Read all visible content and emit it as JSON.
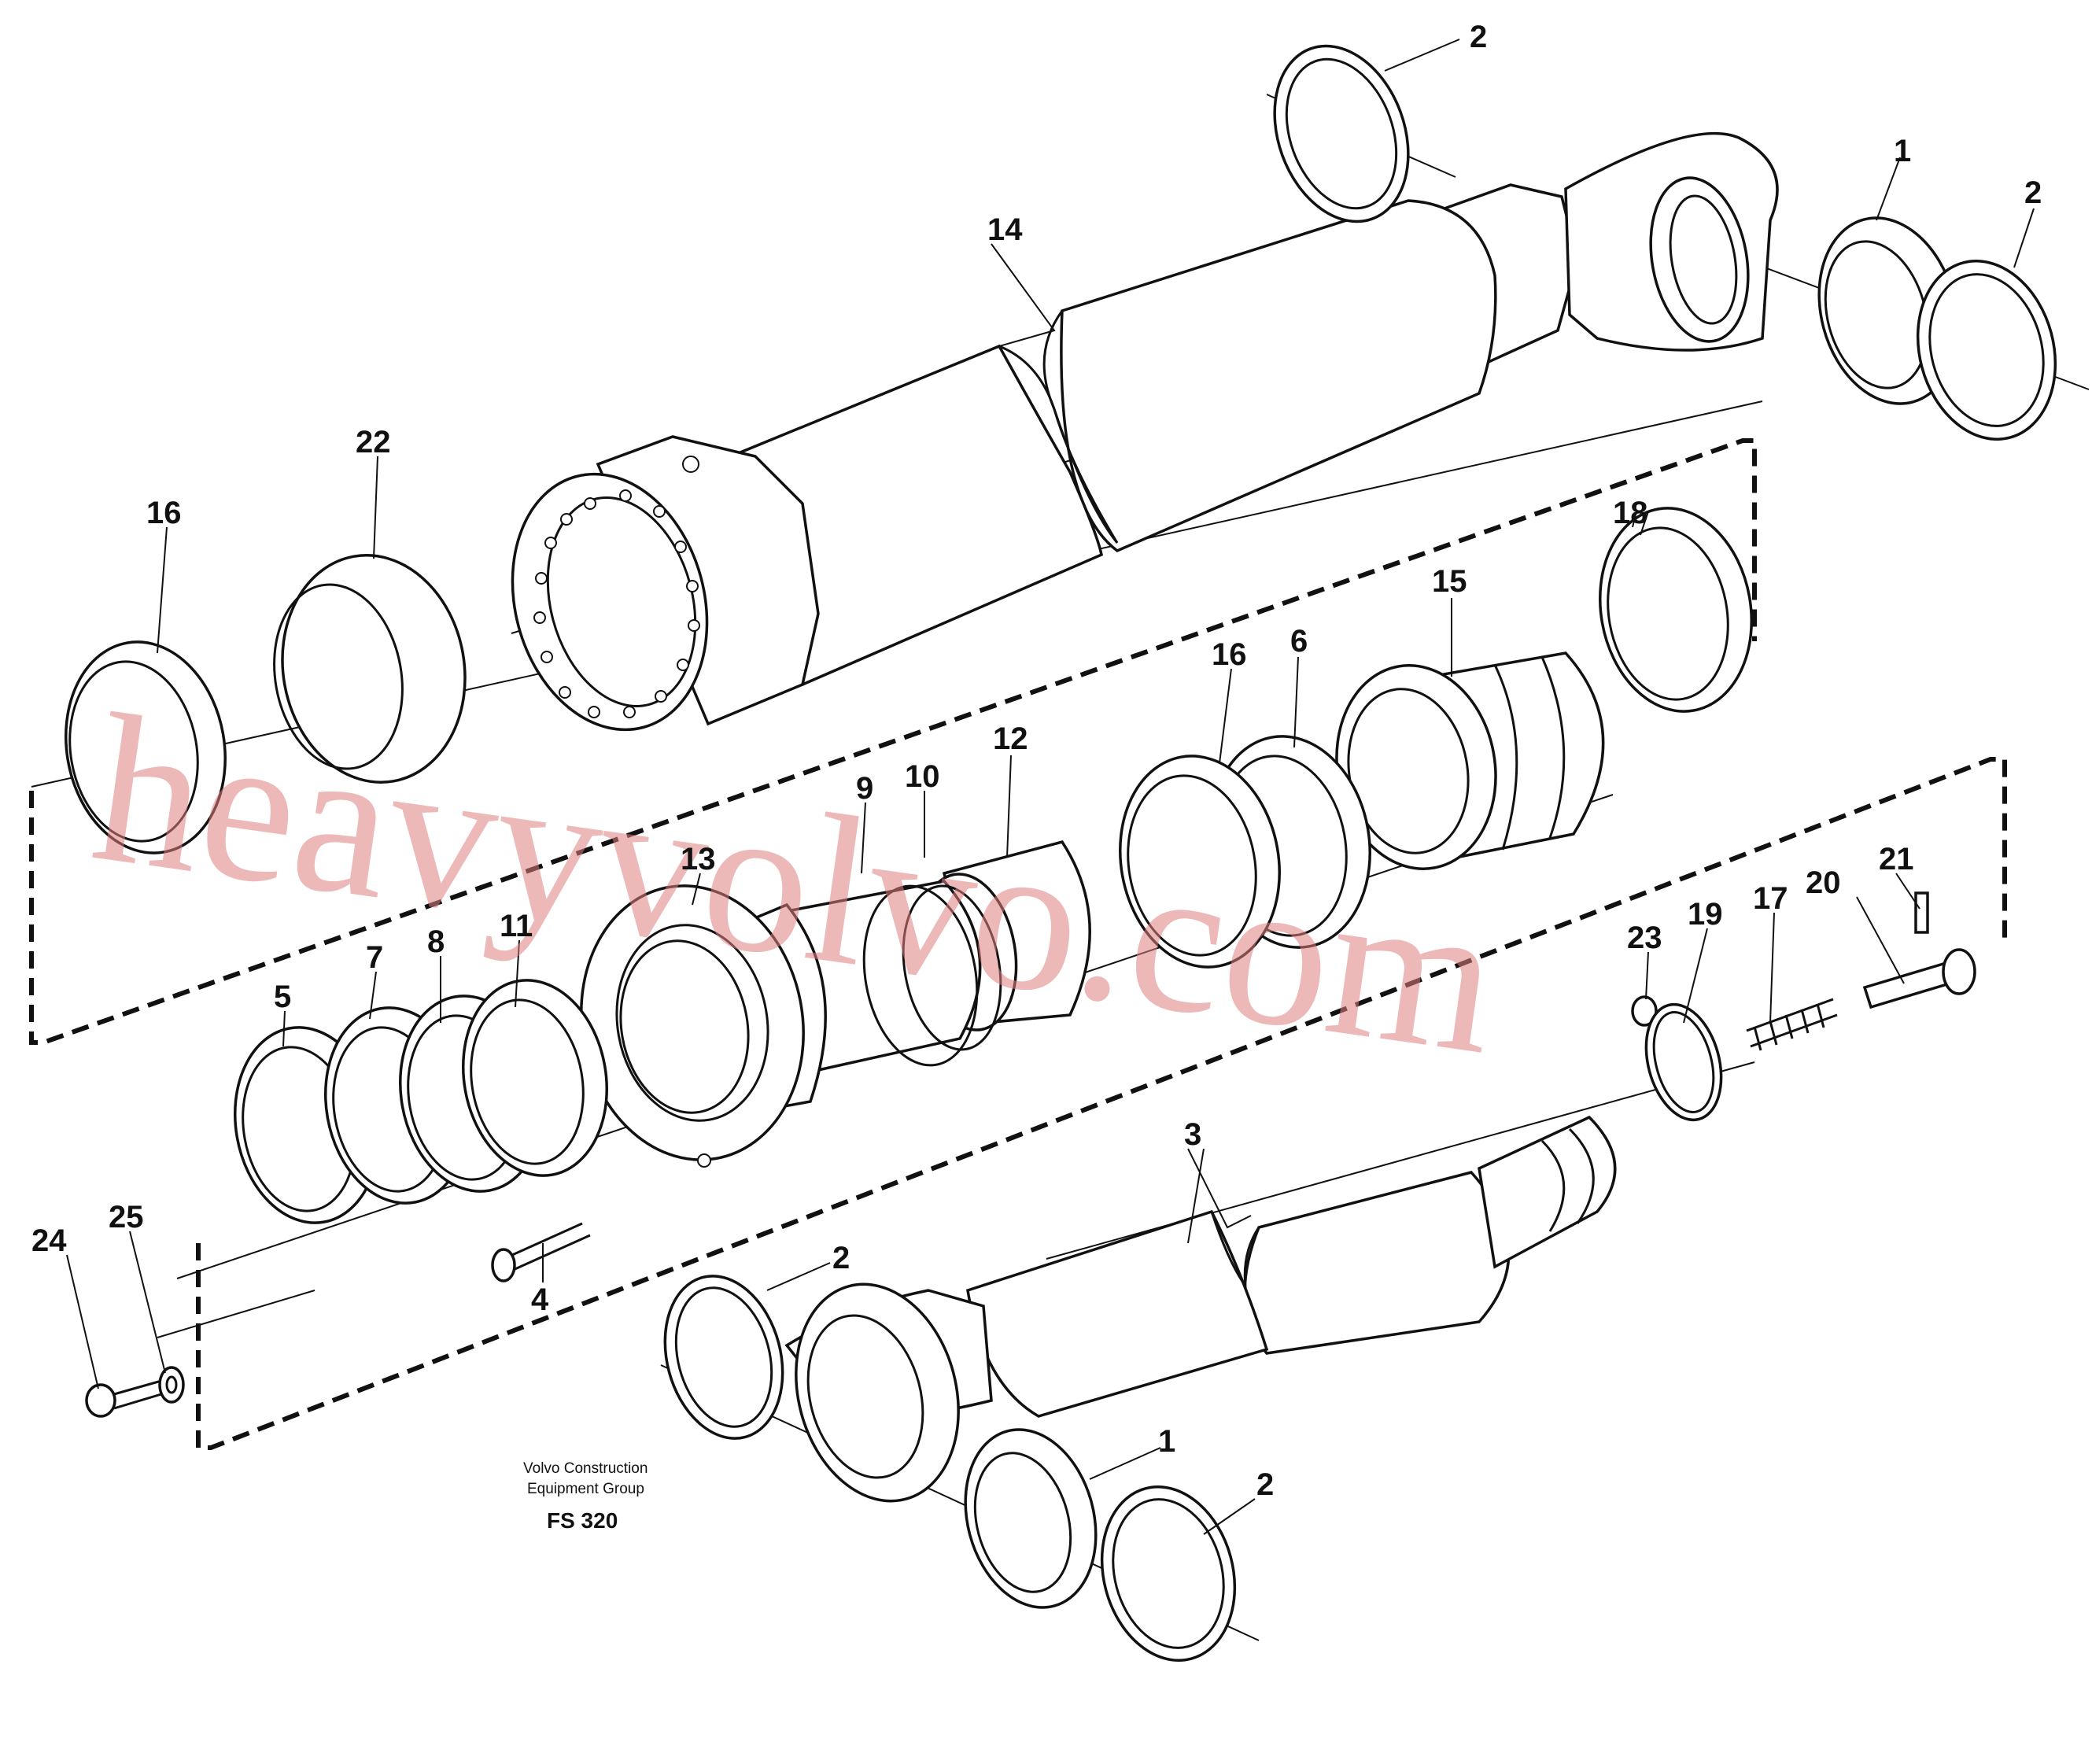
{
  "caption": {
    "line1": "Volvo Construction",
    "line2": "Equipment Group",
    "code": "FS 320"
  },
  "watermark": "heavyvolvo.com",
  "labels": {
    "l2_top": "2",
    "l1_right": "1",
    "l2_right": "2",
    "l14": "14",
    "l22": "22",
    "l16_left": "16",
    "l18": "18",
    "l15": "15",
    "l6": "6",
    "l16_mid": "16",
    "l12": "12",
    "l10": "10",
    "l9": "9",
    "l13": "13",
    "l11": "11",
    "l8": "8",
    "l7": "7",
    "l5": "5",
    "l21": "21",
    "l20": "20",
    "l17": "17",
    "l19": "19",
    "l23": "23",
    "l3": "3",
    "l4": "4",
    "l24": "24",
    "l25": "25",
    "l2_bottom": "2",
    "l1_bottom": "1",
    "l2_br": "2"
  }
}
